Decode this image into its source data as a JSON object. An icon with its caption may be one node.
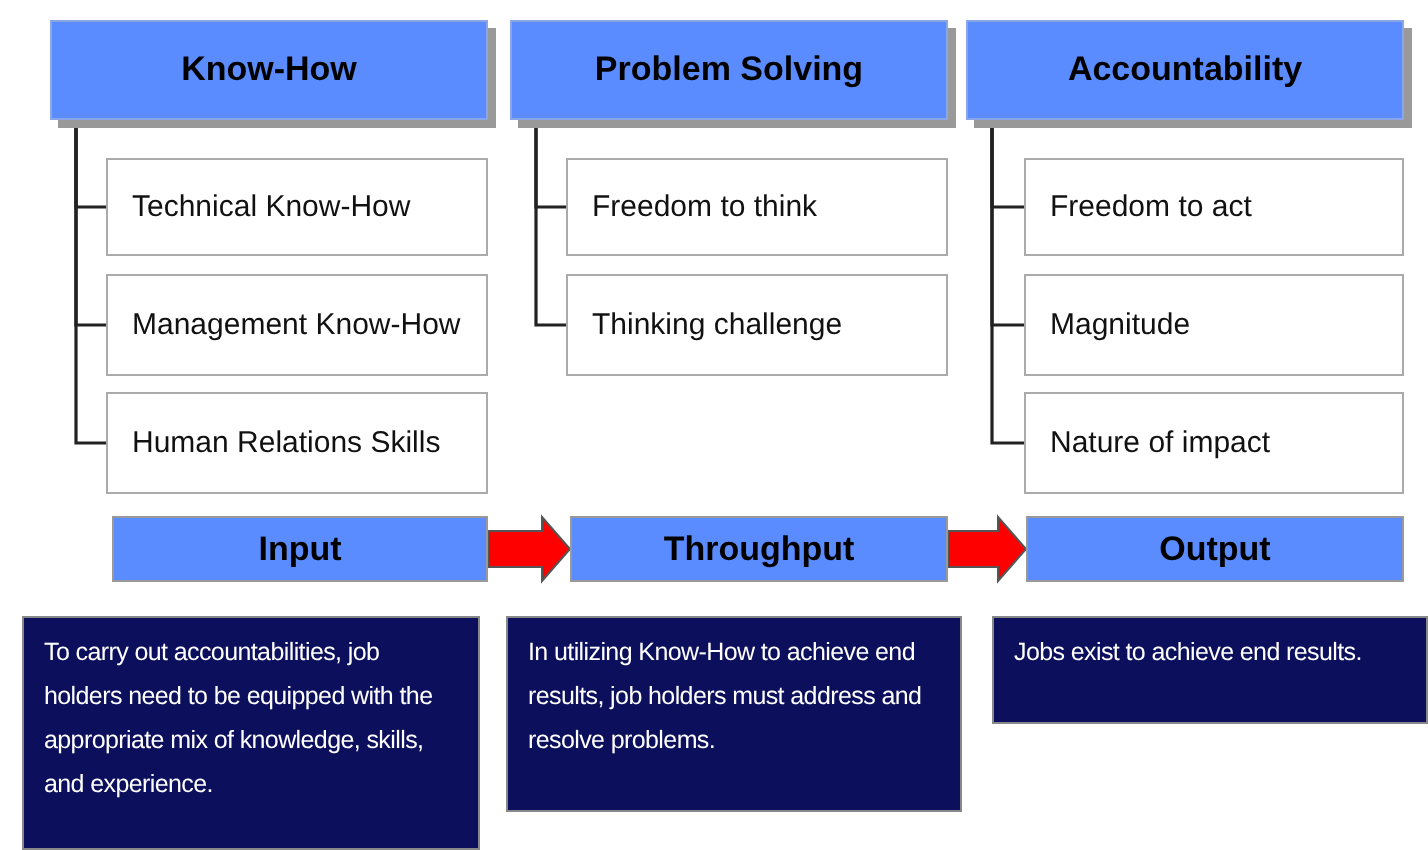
{
  "diagram": {
    "nodes": [
      {
        "text": [
          "Know-How"
        ]
      },
      {
        "text": [
          "Technical Know-How"
        ]
      },
      {
        "text": [
          "Management Know-How"
        ]
      },
      {
        "text": [
          "Human Relations Skills"
        ]
      },
      {
        "text": [
          "Problem Solving"
        ]
      },
      {
        "text": [
          "Freedom to think"
        ]
      },
      {
        "text": [
          "Thinking challenge"
        ]
      },
      {
        "text": [
          "Accountability"
        ]
      },
      {
        "text": [
          "Freedom to act"
        ]
      },
      {
        "text": [
          "Magnitude"
        ]
      },
      {
        "text": [
          "Nature of impact"
        ]
      },
      {
        "text": [
          "Input"
        ]
      },
      {
        "text": [
          "Throughput"
        ]
      },
      {
        "text": [
          "Output"
        ]
      },
      {
        "text": [
          "To carry out accountabilities, job holders need to be equipped with the appropriate mix of knowledge, skills, and experience."
        ]
      },
      {
        "text": [
          "In utilizing Know-How to achieve end results, job holders must address and resolve problems."
        ]
      },
      {
        "text": [
          "Jobs exist to achieve end results."
        ]
      }
    ],
    "edges": [
      {
        "from": 0,
        "to": 1,
        "arrow": "none"
      },
      {
        "from": 0,
        "to": 2,
        "arrow": "none"
      },
      {
        "from": 0,
        "to": 3,
        "arrow": "none"
      },
      {
        "from": 4,
        "to": 5,
        "arrow": "none"
      },
      {
        "from": 4,
        "to": 6,
        "arrow": "none"
      },
      {
        "from": 7,
        "to": 8,
        "arrow": "none"
      },
      {
        "from": 7,
        "to": 9,
        "arrow": "none"
      },
      {
        "from": 7,
        "to": 10,
        "arrow": "none"
      },
      {
        "from": 11,
        "to": 12,
        "arrow": "to",
        "style": "thick",
        "color": "#ff0000"
      },
      {
        "from": 12,
        "to": 13,
        "arrow": "to",
        "style": "thick",
        "color": "#ff0000"
      }
    ]
  }
}
